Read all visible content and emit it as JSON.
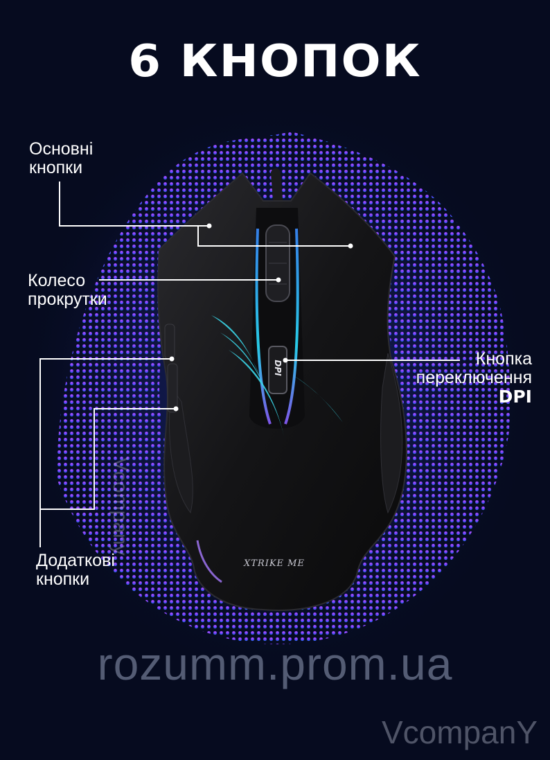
{
  "title": "6 КНОПОК",
  "labels": {
    "main_buttons": {
      "line1": "Основні",
      "line2": "кнопки"
    },
    "scroll_wheel": {
      "line1": "Колесо",
      "line2": "прокрутки"
    },
    "dpi_button": {
      "line1": "Кнопка",
      "line2": "переключення",
      "line3": "DPI"
    },
    "extra_buttons": {
      "line1": "Додаткові",
      "line2": "кнопки"
    }
  },
  "product": {
    "brand_logo": "XTRIKE ME",
    "dpi_badge": "DPI"
  },
  "watermarks": {
    "site": "rozumm.prom.ua",
    "corner": "VcompanY",
    "side": "Vcompany"
  },
  "colors": {
    "background": "#060b1f",
    "purple": "#9a4dff",
    "blue": "#2a55ff",
    "cyan": "#36d6ff"
  }
}
